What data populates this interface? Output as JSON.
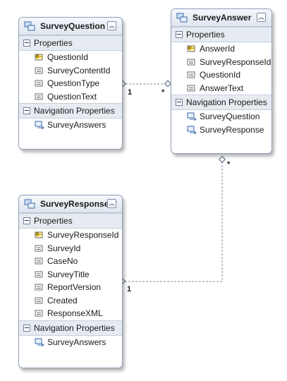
{
  "entities": {
    "survey_question": {
      "title": "SurveyQuestion",
      "properties_label": "Properties",
      "properties": [
        {
          "name": "QuestionId",
          "key": true
        },
        {
          "name": "SurveyContentId",
          "key": false
        },
        {
          "name": "QuestionType",
          "key": false
        },
        {
          "name": "QuestionText",
          "key": false
        }
      ],
      "nav_label": "Navigation Properties",
      "nav_properties": [
        "SurveyAnswers"
      ]
    },
    "survey_answer": {
      "title": "SurveyAnswer",
      "properties_label": "Properties",
      "properties": [
        {
          "name": "AnswerId",
          "key": true
        },
        {
          "name": "SurveyResponseId",
          "key": false
        },
        {
          "name": "QuestionId",
          "key": false
        },
        {
          "name": "AnswerText",
          "key": false
        }
      ],
      "nav_label": "Navigation Properties",
      "nav_properties": [
        "SurveyQuestion",
        "SurveyResponse"
      ]
    },
    "survey_response": {
      "title": "SurveyResponse",
      "properties_label": "Properties",
      "properties": [
        {
          "name": "SurveyResponseId",
          "key": true
        },
        {
          "name": "SurveyId",
          "key": false
        },
        {
          "name": "CaseNo",
          "key": false
        },
        {
          "name": "SurveyTitle",
          "key": false
        },
        {
          "name": "ReportVersion",
          "key": false
        },
        {
          "name": "Created",
          "key": false
        },
        {
          "name": "ResponseXML",
          "key": false
        }
      ],
      "nav_label": "Navigation Properties",
      "nav_properties": [
        "SurveyAnswers"
      ]
    }
  },
  "associations": {
    "question_answer": {
      "one": "1",
      "many": "*"
    },
    "response_answer": {
      "one": "1",
      "many": "*"
    }
  },
  "colors": {
    "border": "#8fa0b8",
    "header": "#dfe6ef",
    "connector": "#7f8ea6",
    "key_icon": "#d9a400"
  }
}
